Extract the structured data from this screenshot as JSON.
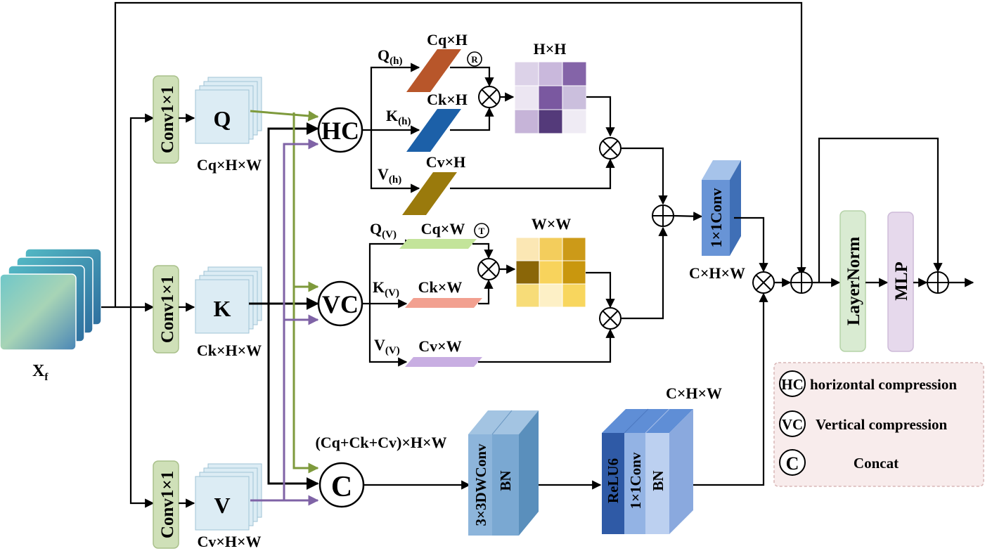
{
  "input": {
    "label": "X",
    "subscript": "f"
  },
  "conv_blocks": {
    "q": "Conv1×1",
    "k": "Conv1×1",
    "v": "Conv1×1"
  },
  "qkv": {
    "q": {
      "label": "Q",
      "dims": "Cq×H×W"
    },
    "k": {
      "label": "K",
      "dims": "Ck×H×W"
    },
    "v": {
      "label": "V",
      "dims": "Cv×H×W"
    }
  },
  "nodes": {
    "hc": "HC",
    "vc": "VC",
    "concat": "C",
    "r_mark": "R",
    "t_mark": "T"
  },
  "horizontal_branch": {
    "q_label": "Q",
    "q_sub": "(h)",
    "q_dims": "Cq×H",
    "k_label": "K",
    "k_sub": "(h)",
    "k_dims": "Ck×H",
    "v_label": "V",
    "v_sub": "(h)",
    "v_dims": "Cv×H",
    "matrix_title": "H×H"
  },
  "vertical_branch": {
    "q_label": "Q",
    "q_sub": "(V)",
    "q_dims": "Cq×W",
    "k_label": "K",
    "k_sub": "(V)",
    "k_dims": "Ck×W",
    "v_label": "V",
    "v_sub": "(V)",
    "v_dims": "Cv×W",
    "matrix_title": "W×W"
  },
  "merge": {
    "conv_label": "1×1Conv",
    "dims": "C×H×W"
  },
  "local_branch": {
    "concat_dims": "(Cq+Ck+Cv)×H×W",
    "dwconv": "3×3DWConv",
    "bn1": "BN",
    "relu": "ReLU6",
    "conv1x1": "1×1Conv",
    "bn2": "BN",
    "dims": "C×H×W"
  },
  "output_blocks": {
    "layernorm": "LayerNorm",
    "mlp": "MLP"
  },
  "legend": {
    "items": [
      {
        "symbol": "HC",
        "text": "horizontal compression"
      },
      {
        "symbol": "VC",
        "text": "Vertical  compression"
      },
      {
        "symbol": "C",
        "text": "Concat"
      }
    ]
  },
  "colors": {
    "green_line": "#7e9a3c",
    "purple_line": "#7f63a6",
    "conv_fill": "#cfe0b8",
    "qkv_fill": "#dcecf4",
    "layernorm_fill": "#d9ebd2",
    "mlp_fill": "#e6d9ec",
    "legend_bg": "#f8ecec"
  }
}
